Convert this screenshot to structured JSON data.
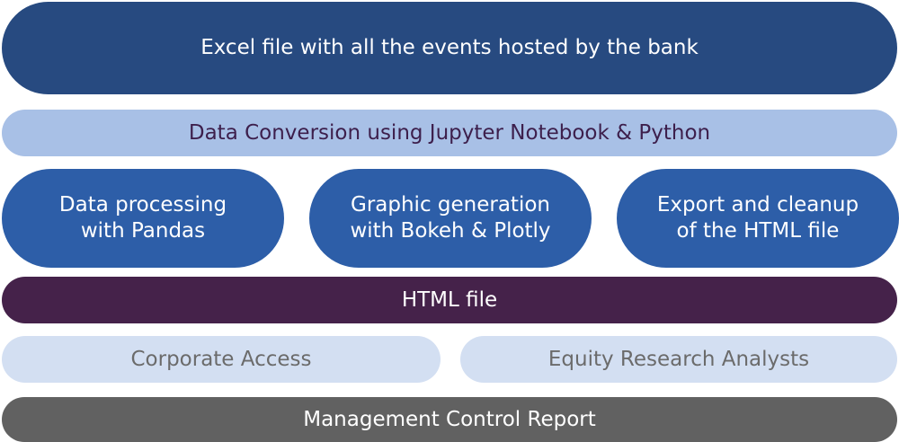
{
  "source": {
    "label": "Excel file with all the events hosted by the bank"
  },
  "conversion": {
    "label": "Data Conversion using Jupyter Notebook & Python"
  },
  "steps": [
    {
      "line1": "Data processing",
      "line2": "with Pandas"
    },
    {
      "line1": "Graphic generation",
      "line2": "with Bokeh & Plotly"
    },
    {
      "line1": "Export and cleanup",
      "line2": "of the HTML file"
    }
  ],
  "output": {
    "label": "HTML file"
  },
  "audiences": [
    {
      "label": "Corporate Access"
    },
    {
      "label": "Equity Research Analysts"
    }
  ],
  "report": {
    "label": "Management Control Report"
  },
  "colors": {
    "source": "#274a80",
    "conversion": "#a8c0e6",
    "steps": "#2d5ea8",
    "output": "#45224a",
    "audiences": "#d3dff2",
    "report": "#616161"
  }
}
